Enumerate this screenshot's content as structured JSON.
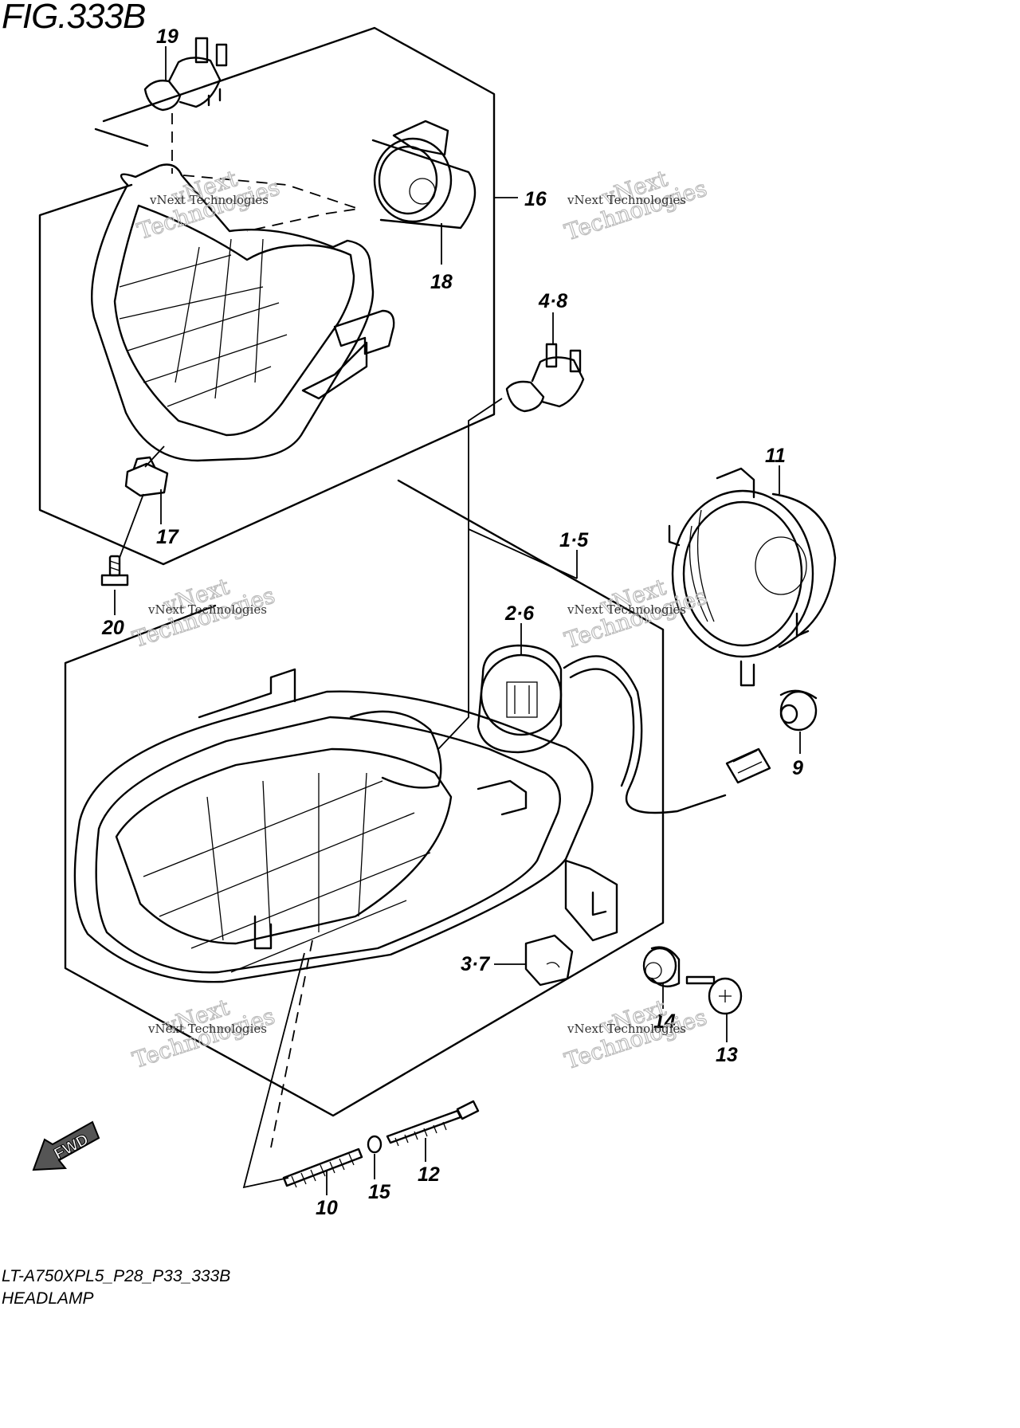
{
  "figure": {
    "title": "FIG.333B"
  },
  "caption": {
    "model": "LT-A750XPL5_P28_P33_333B",
    "name": "HEADLAMP"
  },
  "watermark": {
    "line1": "vNext Technologies",
    "line2": "vNext",
    "line3": "Technologies"
  },
  "fwd_label": "FWD",
  "callouts": {
    "c19": "19",
    "c16": "16",
    "c18": "18",
    "c48": "4·8",
    "c11": "11",
    "c17": "17",
    "c20": "20",
    "c15g": "1·5",
    "c26": "2·6",
    "c9": "9",
    "c37": "3·7",
    "c14": "14",
    "c13": "13",
    "c12": "12",
    "c15": "15",
    "c10": "10"
  }
}
